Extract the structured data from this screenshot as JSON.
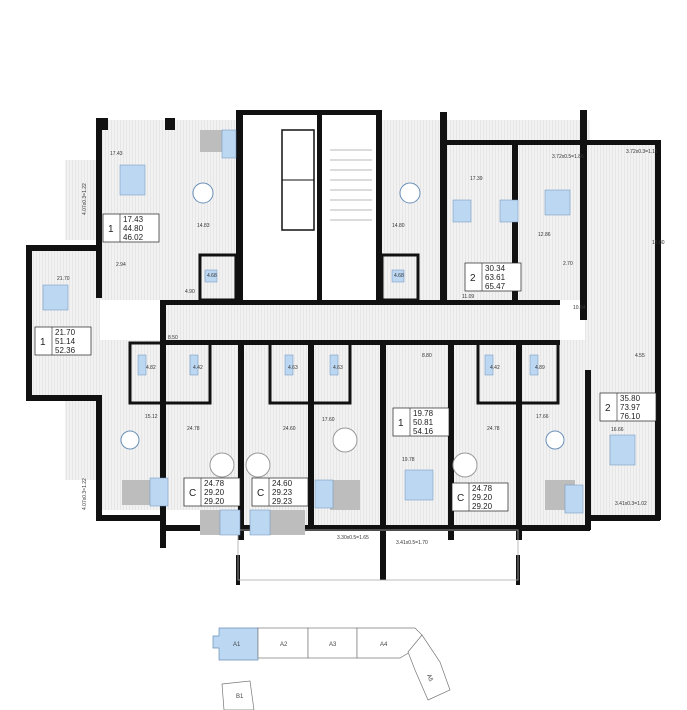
{
  "plan": {
    "units": [
      {
        "id": "u1",
        "type": "1",
        "living": "17.43",
        "total": "44.80",
        "total_with_balcony": "46.02"
      },
      {
        "id": "u2",
        "type": "1",
        "living": "21.70",
        "total": "51.14",
        "total_with_balcony": "52.36"
      },
      {
        "id": "u3",
        "type": "2",
        "living": "30.34",
        "total": "63.61",
        "total_with_balcony": "65.47"
      },
      {
        "id": "u4",
        "type": "C",
        "living": "24.78",
        "total": "29.20",
        "total_with_balcony": "29.20"
      },
      {
        "id": "u5",
        "type": "C",
        "living": "24.60",
        "total": "29.23",
        "total_with_balcony": "29.23"
      },
      {
        "id": "u6",
        "type": "1",
        "living": "19.78",
        "total": "50.81",
        "total_with_balcony": "54.16"
      },
      {
        "id": "u7",
        "type": "C",
        "living": "24.78",
        "total": "29.20",
        "total_with_balcony": "29.20"
      },
      {
        "id": "u8",
        "type": "2",
        "living": "35.80",
        "total": "73.97",
        "total_with_balcony": "76.10"
      }
    ],
    "rooms": [
      "17.43",
      "14.83",
      "4.68",
      "2.94",
      "4.90",
      "21.70",
      "8.50",
      "4.82",
      "4.42",
      "15.12",
      "24.78",
      "24.60",
      "17.60",
      "4.63",
      "4.63",
      "4.68",
      "14.80",
      "17.39",
      "12.86",
      "3.72x0.5=1.86",
      "3.72x0.3=1.11",
      "2.70",
      "11.09",
      "10.84",
      "15.80",
      "4.55",
      "4.42",
      "4.89",
      "8.80",
      "19.78",
      "24.78",
      "17.66",
      "16.66",
      "3.41x0.3=1.02",
      "3.30x0.5=1.65",
      "3.41x0.5=1.70",
      "4.07x0.3=1.22",
      "4.07x0.3=1.22"
    ]
  },
  "key_plan": {
    "sections": [
      "A1",
      "A2",
      "A3",
      "A4",
      "A5",
      "B1"
    ],
    "active": "A1"
  },
  "colors": {
    "highlight": "#bcd7f2",
    "wall": "#111111"
  }
}
